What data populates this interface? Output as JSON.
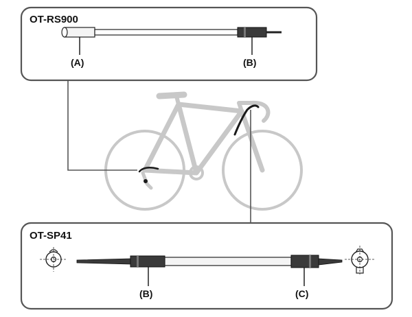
{
  "colors": {
    "outline": "#555555",
    "bike": "#c8c8c8",
    "cable_dark": "#1a1a1a",
    "cable_light": "#f4f4f4",
    "sleeve_dark": "#3a3a3a",
    "background": "#ffffff"
  },
  "top_panel": {
    "title": "OT-RS900",
    "labels": {
      "a": "(A)",
      "b": "(B)"
    }
  },
  "bottom_panel": {
    "title": "OT-SP41",
    "labels": {
      "b": "(B)",
      "c": "(C)"
    }
  },
  "icons": [
    "bicycle-icon",
    "cable-cutter-icon"
  ]
}
